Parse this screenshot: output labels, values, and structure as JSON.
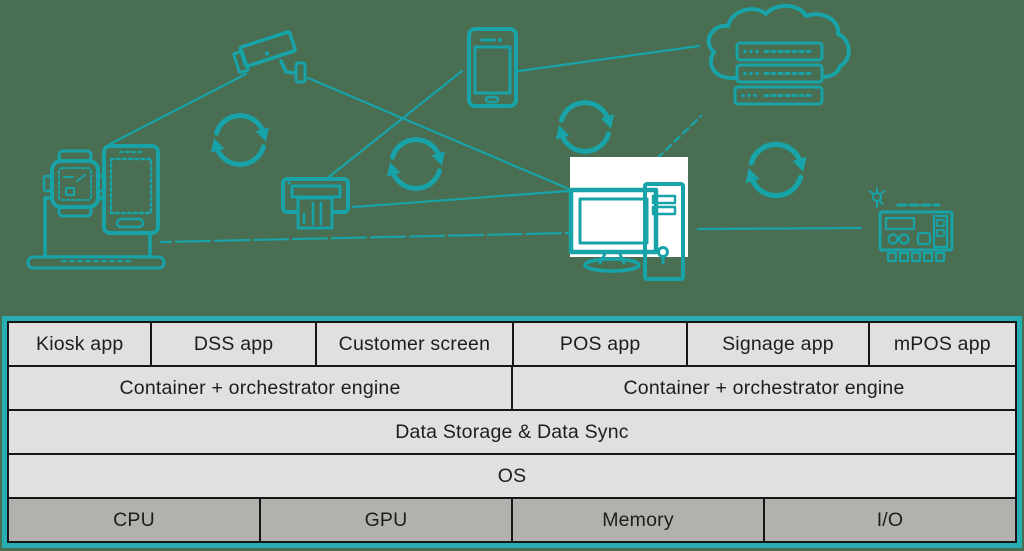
{
  "diagram": {
    "icons": [
      "smartwatch",
      "kiosk-tablet",
      "laptop",
      "security-camera",
      "receipt-printer",
      "smartphone",
      "cloud-servers",
      "desktop-computer",
      "cash-register",
      "sync-arrows"
    ],
    "sync_icon_count": 4,
    "connections": [
      "kiosk-to-camera",
      "camera-to-desktop",
      "printer-to-phone",
      "phone-to-cloud",
      "printer-to-desktop",
      "laptop-to-desktop",
      "desktop-to-cash-register",
      "desktop-to-cloud-dashed"
    ]
  },
  "stack": {
    "rows": [
      {
        "cells": [
          "Kiosk app",
          "DSS app",
          "Customer screen",
          "POS app",
          "Signage app",
          "mPOS app"
        ]
      },
      {
        "cells": [
          "Container + orchestrator engine",
          "Container + orchestrator engine"
        ]
      },
      {
        "cells": [
          "Data Storage & Data Sync"
        ]
      },
      {
        "cells": [
          "OS"
        ]
      },
      {
        "cells": [
          "CPU",
          "GPU",
          "Memory",
          "I/O"
        ]
      }
    ]
  },
  "colors": {
    "background": "#4a6e52",
    "icon_teal": "#17a3a8",
    "table_border_teal": "#2aadb2",
    "cell_light": "#e1e0e0",
    "cell_dark": "#b3b1ae",
    "divider": "#161616",
    "text": "#1d1d1d"
  }
}
